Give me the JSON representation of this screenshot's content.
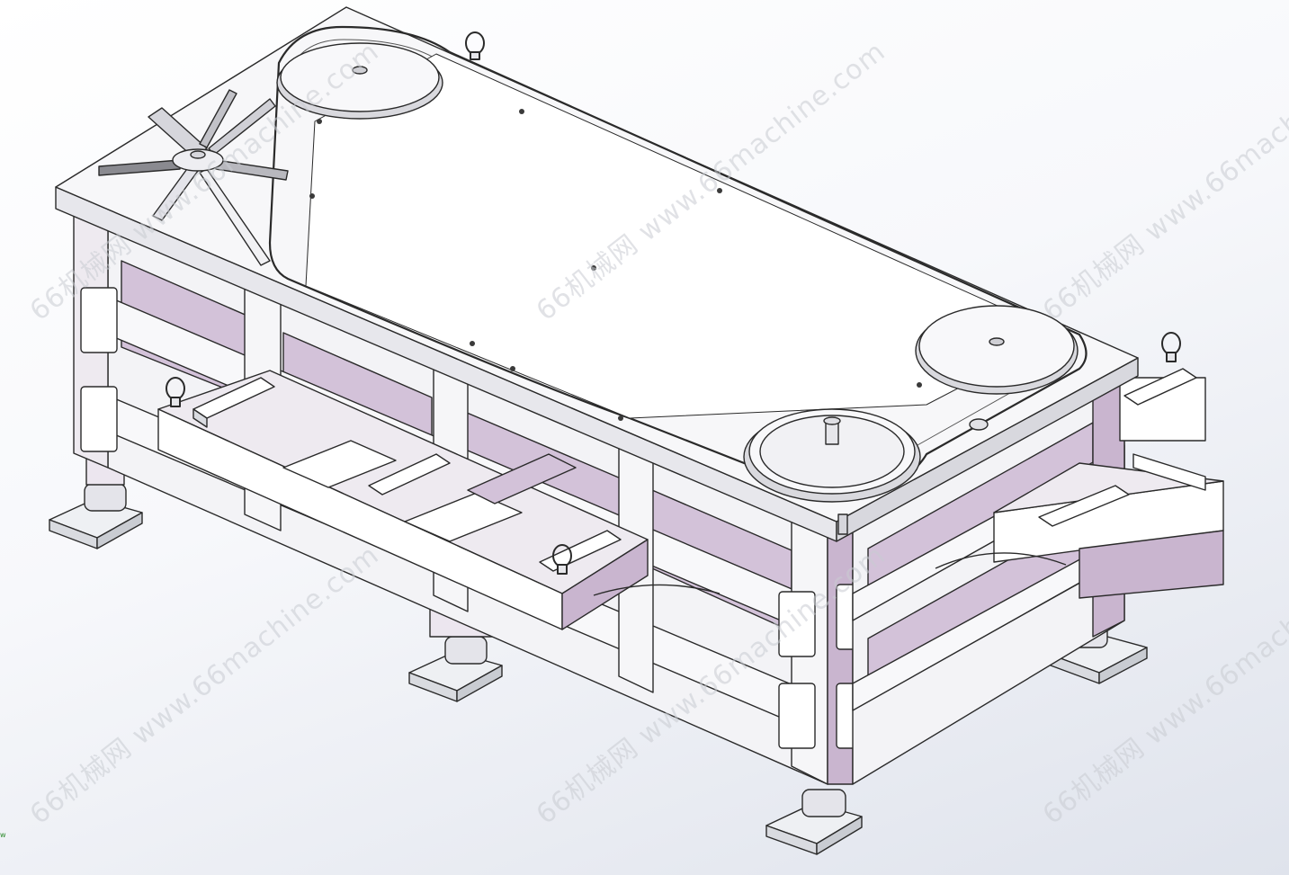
{
  "watermark": {
    "text": "66机械网 www.66machine.com",
    "color": "#c9ccd2"
  },
  "corner_mark": {
    "text": "w",
    "color": "#2a8a2a"
  },
  "colors": {
    "background": "#f4f5f8",
    "metal": "#f5f5f7",
    "metal_shade": "#d7ccdd",
    "purple_shadow": "#c8b6cf",
    "outline": "#2a2a2a"
  },
  "parts": {
    "top_plate": "top-plate",
    "drive_wheels": 3,
    "lifting_eyes": 4,
    "leveling_feet": 4,
    "star_wheel_arms": 7
  }
}
